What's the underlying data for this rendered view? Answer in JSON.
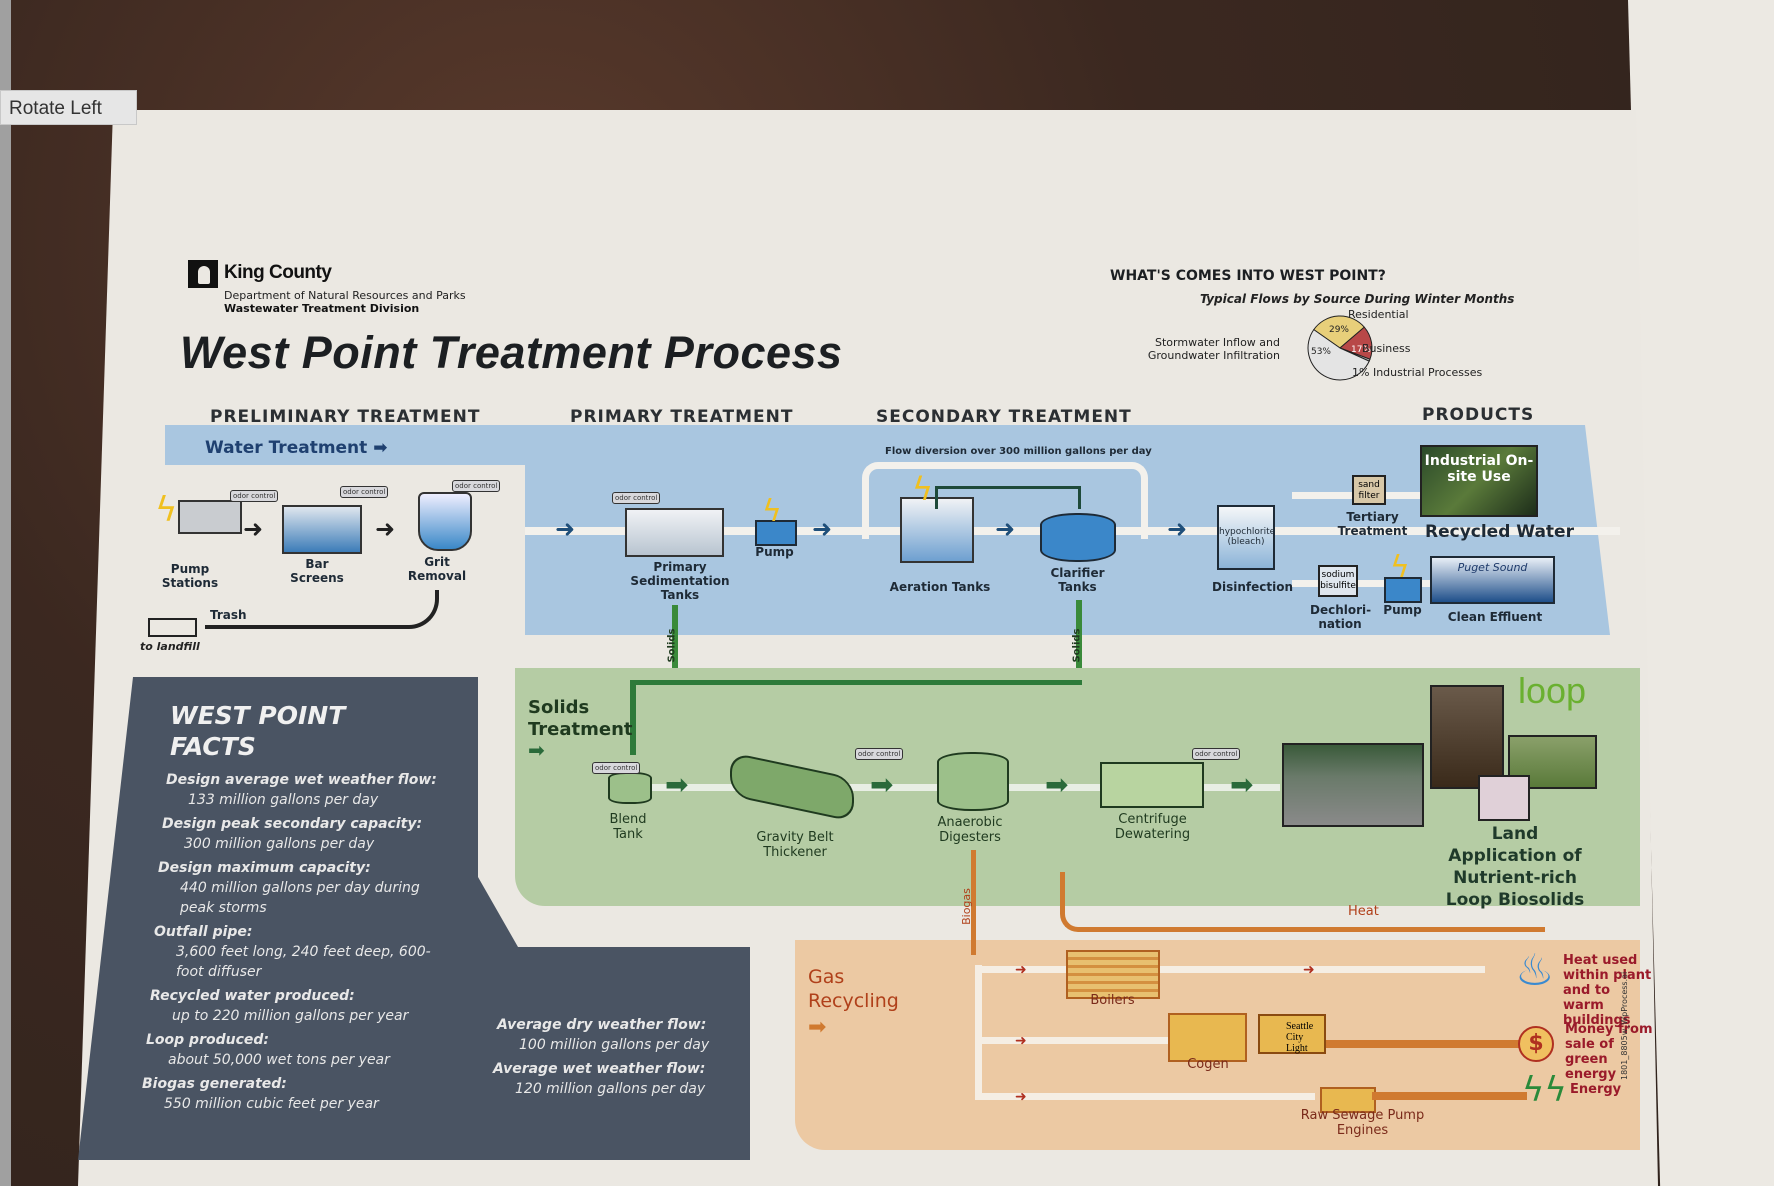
{
  "tooltip": {
    "label": "Rotate Left"
  },
  "header": {
    "org": "King County",
    "department": "Department of Natural Resources and Parks",
    "division": "Wastewater Treatment Division",
    "title": "West Point Treatment Process"
  },
  "inflow": {
    "title": "WHAT'S COMES INTO WEST POINT?",
    "subtitle": "Typical Flows by Source During Winter Months",
    "labels": {
      "residential": "Residential",
      "business": "Business",
      "industrial": "1% Industrial Processes",
      "storm1": "Stormwater Inflow and",
      "storm2": "Groundwater Infiltration",
      "p_res": "29%",
      "p_bus": "17%",
      "p_storm": "53%"
    }
  },
  "chart_data": {
    "type": "pie",
    "title": "WHAT'S COMES INTO WEST POINT?",
    "subtitle": "Typical Flows by Source During Winter Months",
    "categories": [
      "Residential",
      "Business",
      "Industrial Processes",
      "Stormwater Inflow and Groundwater Infiltration"
    ],
    "values": [
      29,
      17,
      1,
      53
    ],
    "colors": [
      "#e8cf7a",
      "#b84848",
      "#c9c9c9",
      "#e4e4e4"
    ]
  },
  "sections": {
    "preliminary": "PRELIMINARY TREATMENT",
    "primary": "PRIMARY TREATMENT",
    "secondary": "SECONDARY TREATMENT",
    "products": "PRODUCTS"
  },
  "water": {
    "band_label": "Water Treatment",
    "odor": "odor control",
    "pump_stations": "Pump Stations",
    "bar_screens": "Bar Screens",
    "grit_removal": "Grit Removal",
    "trash": "Trash",
    "landfill": "to landfill",
    "primary_sed": "Primary Sedimentation Tanks",
    "pump": "Pump",
    "flow_diversion": "Flow diversion over 300 million gallons per day",
    "aeration": "Aeration Tanks",
    "clarifier": "Clarifier Tanks",
    "hypochlorite": "hypochlorite (bleach)",
    "disinfection": "Disinfection",
    "sand_filter": "sand filter",
    "tertiary": "Tertiary Treatment",
    "industrial": "Industrial On-site Use",
    "recycled": "Recycled Water",
    "sodium": "sodium bisulfite",
    "dechlor": "Dechlori-nation",
    "pump2": "Pump",
    "puget": "Puget Sound",
    "effluent": "Clean Effluent",
    "solids": "Solids"
  },
  "solids": {
    "band_label": "Solids Treatment",
    "blend": "Blend Tank",
    "gbt": "Gravity Belt Thickener",
    "digesters": "Anaerobic Digesters",
    "centrifuge": "Centrifuge Dewatering",
    "loop_logo": "loop",
    "land_app": "Land Application of Nutrient-rich Loop Biosolids"
  },
  "gas": {
    "band_label": "Gas Recycling",
    "biogas": "Biogas",
    "heat": "Heat",
    "boilers": "Boilers",
    "cogen": "Cogen",
    "scl": "Seattle City Light",
    "raw_sewage": "Raw Sewage Pump Engines",
    "heat_used": "Heat used within plant and to warm buildings",
    "money": "Money from sale of green energy",
    "energy": "Energy"
  },
  "facts": {
    "title1": "WEST POINT",
    "title2": "FACTS",
    "items": [
      {
        "k": "Design average wet weather flow:",
        "v": "133 million gallons per day"
      },
      {
        "k": "Design peak secondary capacity:",
        "v": "300 million gallons per day"
      },
      {
        "k": "Design maximum capacity:",
        "v": "440 million gallons per day during peak storms"
      },
      {
        "k": "Outfall pipe:",
        "v": "3,600 feet long, 240 feet deep, 600-foot diffuser"
      },
      {
        "k": "Recycled water produced:",
        "v": "up to 220 million gallons per year"
      },
      {
        "k": "Loop produced:",
        "v": "about 50,000 wet tons per year"
      },
      {
        "k": "Biogas generated:",
        "v": "550 million cubic feet per year"
      },
      {
        "k": "Average dry weather flow:",
        "v": "100 million gallons per day"
      },
      {
        "k": "Average wet weather flow:",
        "v": "120 million gallons per day"
      }
    ]
  },
  "footer_code": "1801_8805w_WpProcess.ai"
}
